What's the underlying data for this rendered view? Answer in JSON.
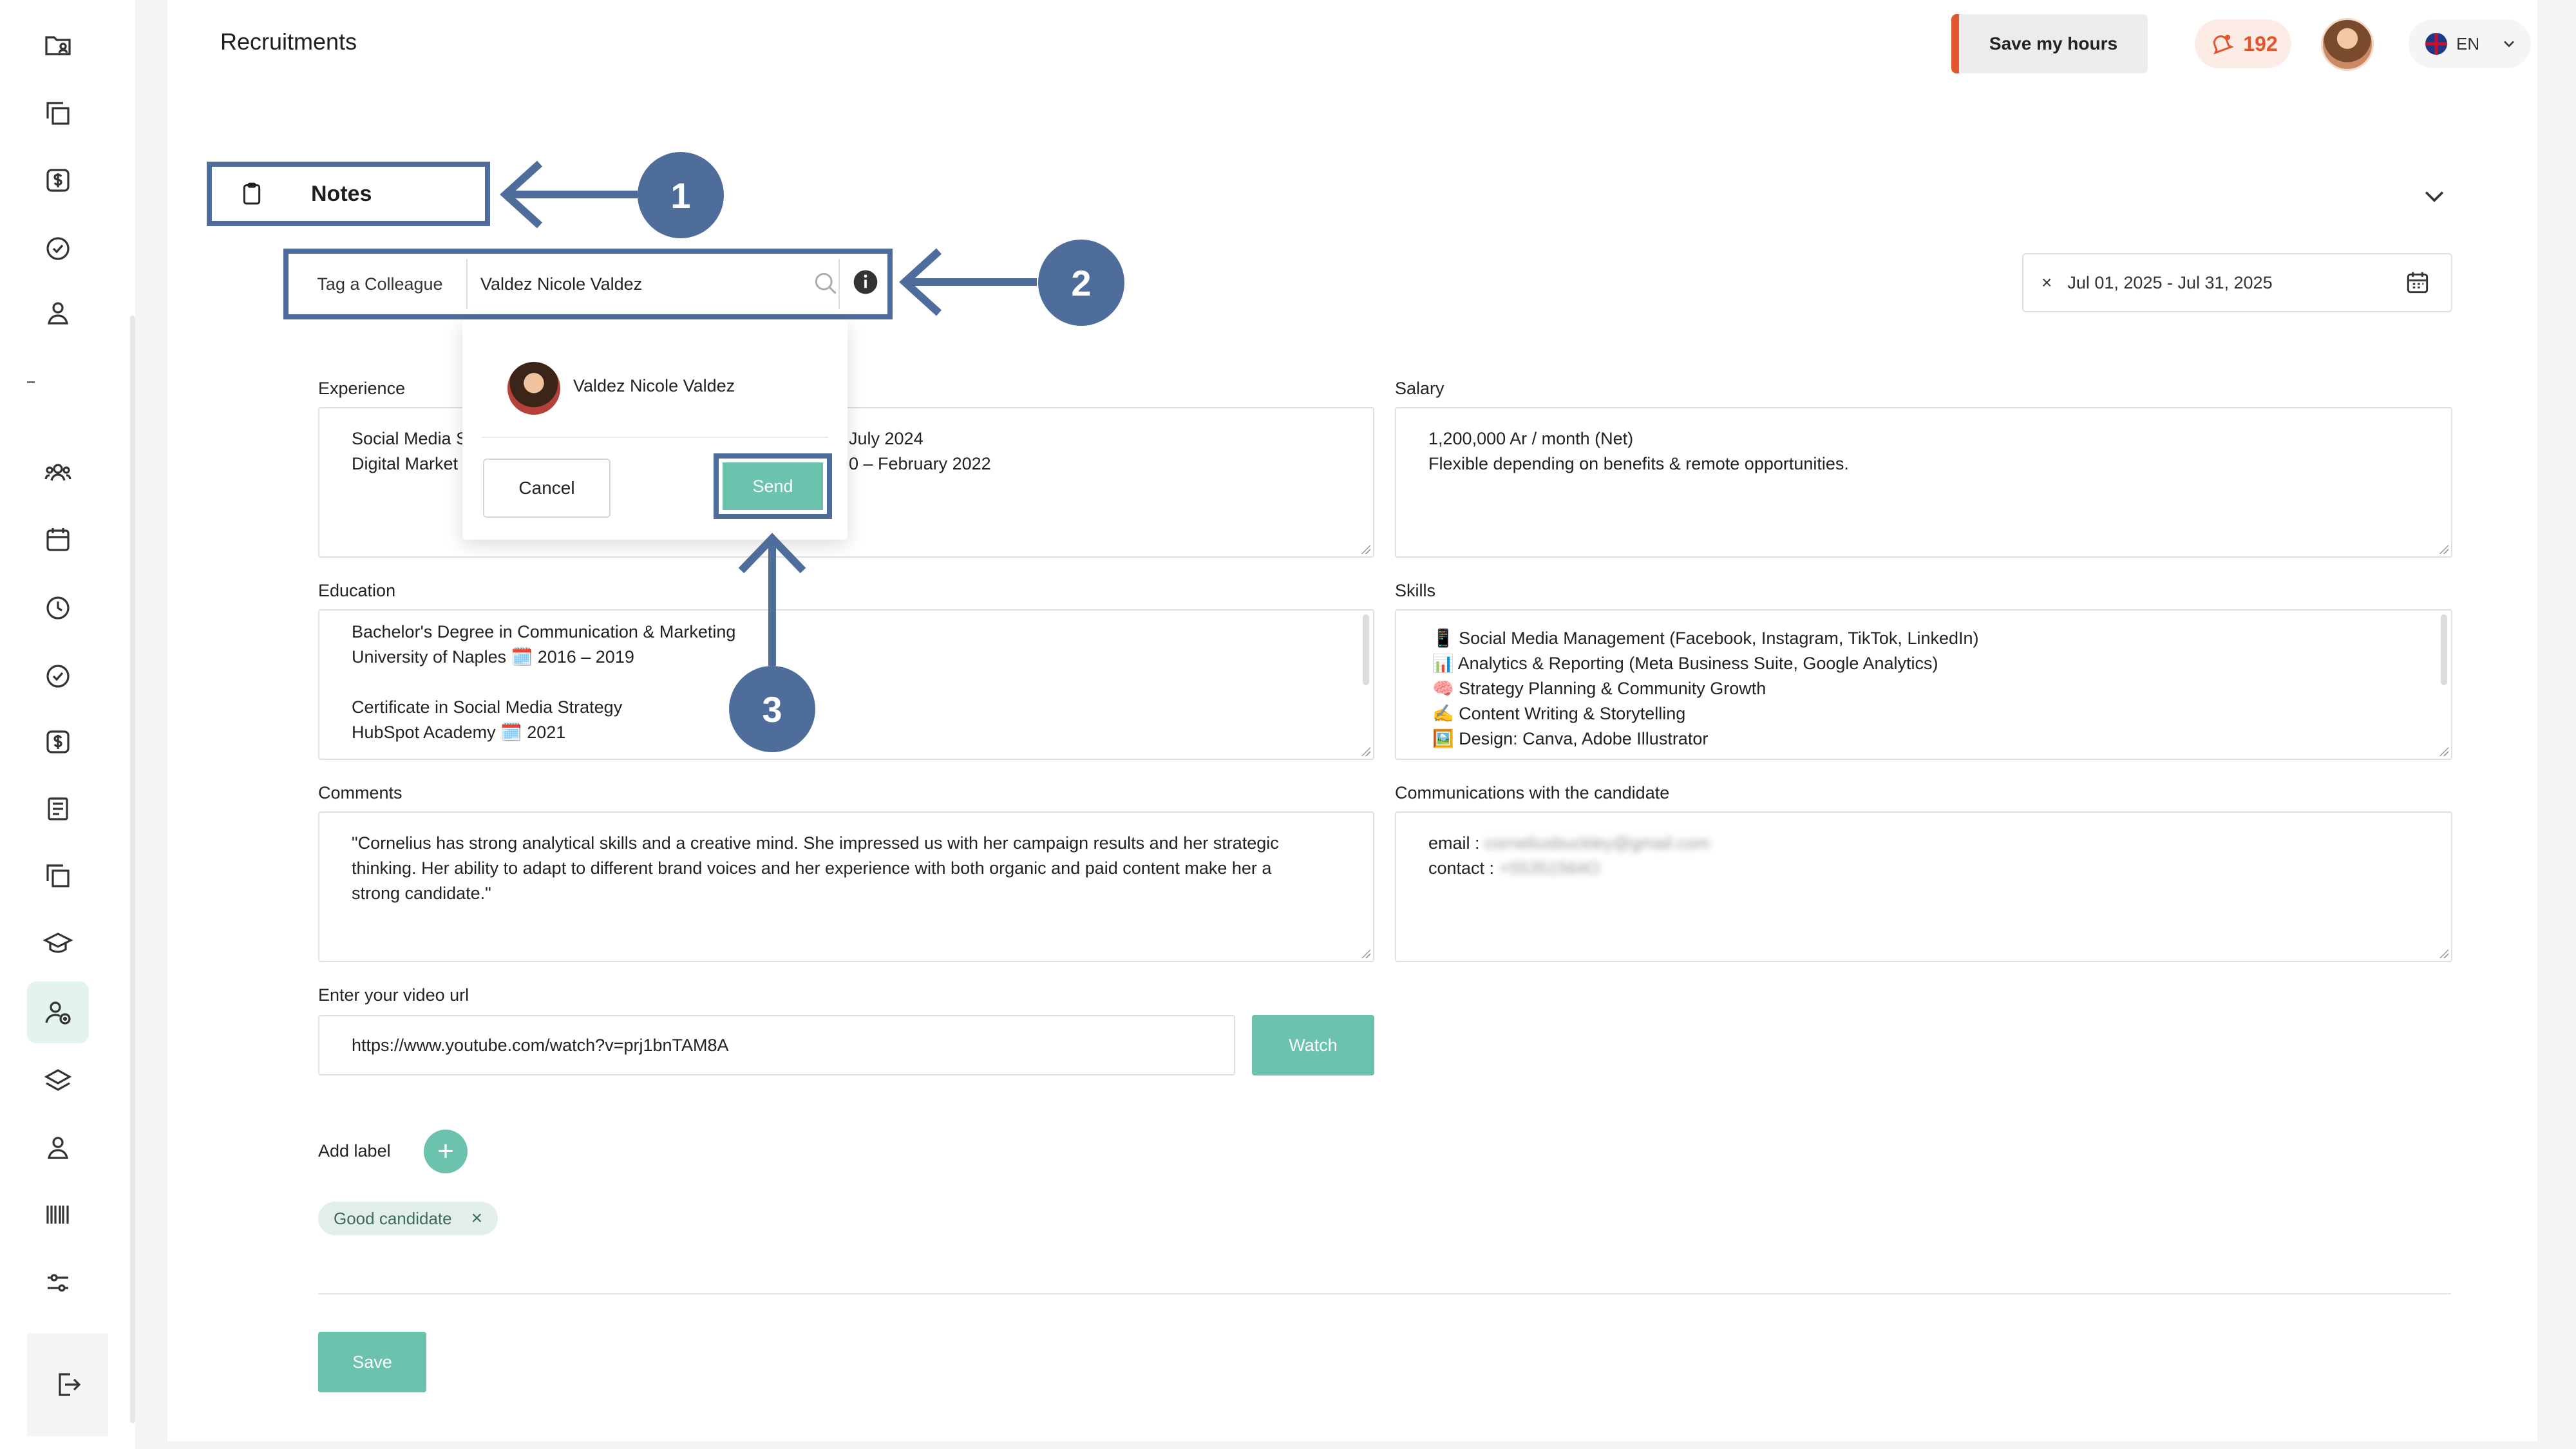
{
  "header": {
    "title": "Recruitments",
    "save_hours": "Save my hours",
    "notifications": "192",
    "language": "EN"
  },
  "notes": {
    "title": "Notes"
  },
  "tag": {
    "label": "Tag a Colleague",
    "value": "Valdez Nicole Valdez"
  },
  "dropdown": {
    "option_name": "Valdez Nicole Valdez",
    "cancel": "Cancel",
    "send": "Send"
  },
  "date_range": {
    "clear": "×",
    "value": "Jul 01, 2025 - Jul 31, 2025"
  },
  "callouts": [
    "1",
    "2",
    "3"
  ],
  "experience": {
    "label": "Experience",
    "line1_a": "Social Media S",
    "line1_b": "July 2024",
    "line2_a": "Digital Market",
    "line2_b": "0 – February 2022"
  },
  "salary": {
    "label": "Salary",
    "line1": "1,200,000 Ar / month (Net)",
    "line2": "Flexible depending on benefits & remote opportunities."
  },
  "education": {
    "label": "Education",
    "line1": "Bachelor's Degree in Communication & Marketing",
    "line2": "University of Naples 🗓️ 2016 – 2019",
    "line3": "Certificate in Social Media Strategy",
    "line4": "HubSpot Academy 🗓️ 2021"
  },
  "skills": {
    "label": "Skills",
    "items": [
      "📱 Social Media Management (Facebook, Instagram, TikTok, LinkedIn)",
      "📊 Analytics & Reporting (Meta Business Suite, Google Analytics)",
      "🧠 Strategy Planning & Community Growth",
      "✍️ Content Writing & Storytelling",
      "🖼️ Design: Canva, Adobe Illustrator"
    ]
  },
  "comments": {
    "label": "Comments",
    "line1": "\"Cornelius has strong analytical skills and a creative mind. She impressed us with her campaign results and her strategic",
    "line2": "thinking. Her ability to adapt to different brand voices and her experience with both organic and paid content make her a",
    "line3": "strong candidate.\""
  },
  "communications": {
    "label": "Communications with the candidate",
    "email_label": "email :",
    "email_value": "corneliusbuckley@gmail.com",
    "contact_label": "contact :",
    "contact_value": "+55351564O"
  },
  "video": {
    "label": "Enter your video url",
    "value": "https://www.youtube.com/watch?v=prj1bnTAM8A",
    "watch": "Watch"
  },
  "labels": {
    "add_label": "Add label",
    "add_symbol": "+",
    "chip": "Good candidate",
    "chip_remove": "×"
  },
  "save": "Save",
  "colors": {
    "accent": "#6cc3ad",
    "callout": "#4f6d9a",
    "orange": "#e2562d"
  }
}
